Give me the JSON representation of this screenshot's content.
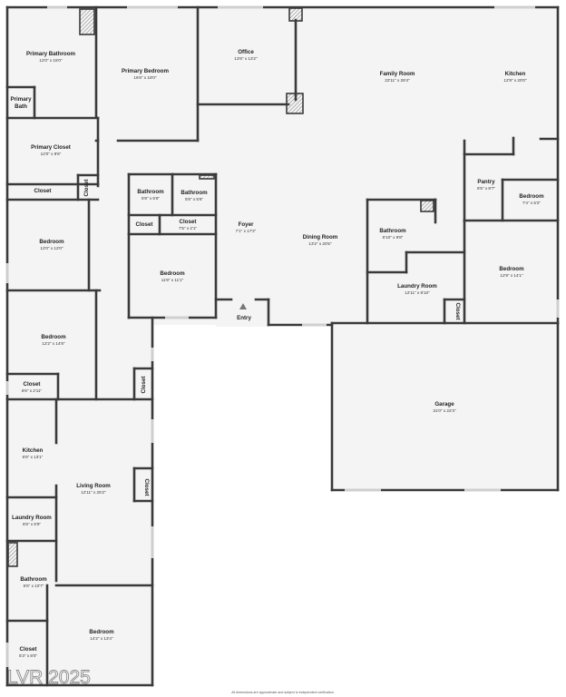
{
  "rooms": [
    {
      "name": "Primary Bathroom",
      "dims": "12'0\" x 15'0\""
    },
    {
      "name": "Primary Bedroom",
      "dims": "16'6\" x 18'0\""
    },
    {
      "name": "Primary Bath",
      "dims": ""
    },
    {
      "name": "Office",
      "dims": "13'6\" x 13'2\""
    },
    {
      "name": "Family Room",
      "dims": "22'11\" x 26'4\""
    },
    {
      "name": "Kitchen",
      "dims": "12'9\" x 20'0\""
    },
    {
      "name": "Primary Closet",
      "dims": "12'0\" x 8'6\""
    },
    {
      "name": "Closet",
      "dims": ""
    },
    {
      "name": "Closet",
      "dims": ""
    },
    {
      "name": "Bathroom",
      "dims": "5'8\" x 5'6\""
    },
    {
      "name": "Bathroom",
      "dims": "5'8\" x 5'6\""
    },
    {
      "name": "Pantry",
      "dims": "6'5\" x 8'7\""
    },
    {
      "name": "Bedroom",
      "dims": "7'4\" x 5'2\""
    },
    {
      "name": "Closet",
      "dims": ""
    },
    {
      "name": "Closet",
      "dims": "7'5\" x 2'1\""
    },
    {
      "name": "Foyer",
      "dims": "7'1\" x 17'2\""
    },
    {
      "name": "Bathroom",
      "dims": "6'10\" x 9'8\""
    },
    {
      "name": "Bedroom",
      "dims": "12'0\" x 12'0\""
    },
    {
      "name": "Dining Room",
      "dims": "13'2\" x 20'5\""
    },
    {
      "name": "Bedroom",
      "dims": "12'9\" x 14'1\""
    },
    {
      "name": "Bedroom",
      "dims": "11'8\" x 11'1\""
    },
    {
      "name": "Laundry Room",
      "dims": "12'11\" x 9'10\""
    },
    {
      "name": "Closet",
      "dims": ""
    },
    {
      "name": "Entry",
      "dims": ""
    },
    {
      "name": "Bedroom",
      "dims": "12'2\" x 14'8\""
    },
    {
      "name": "Closet",
      "dims": "6'6\" x 2'11\""
    },
    {
      "name": "Closet",
      "dims": ""
    },
    {
      "name": "Garage",
      "dims": "31'0\" x 22'3\""
    },
    {
      "name": "Kitchen",
      "dims": "6'6\" x 13'1\""
    },
    {
      "name": "Living Room",
      "dims": "12'11\" x 25'2\""
    },
    {
      "name": "Closet",
      "dims": ""
    },
    {
      "name": "Laundry Room",
      "dims": "6'6\" x 5'9\""
    },
    {
      "name": "Bathroom",
      "dims": "6'6\" x 10'7\""
    },
    {
      "name": "Bedroom",
      "dims": "14'2\" x 13'4\""
    },
    {
      "name": "Closet",
      "dims": "5'3\" x 8'0\""
    }
  ],
  "watermark": "LVR 2025",
  "disclaimer": "All dimensions are approximate and subject to independent verification.",
  "colors": {
    "wall": "#3a3a3a",
    "floor": "#f4f4f4",
    "window": "#cfcfcf",
    "entry_arrow": "#777777"
  }
}
